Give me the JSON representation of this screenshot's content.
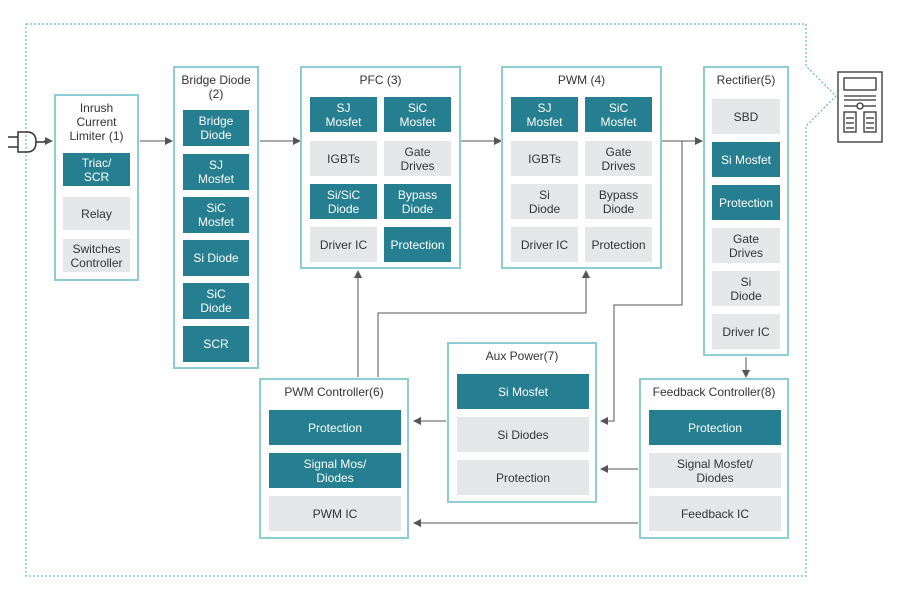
{
  "colors": {
    "dark_cell": "#267f91",
    "light_cell": "#e6e7e9",
    "block_border": "#8fcdd4",
    "connector": "#555555",
    "frame": "#4aa6c7"
  },
  "icons": {
    "input": "power-plug-icon",
    "output": "server-rack-icon"
  },
  "blocks": {
    "inrush": {
      "title": "Inrush\nCurrent\nLimiter (1)",
      "items": [
        {
          "label": "Triac/\nSCR",
          "style": "dark"
        },
        {
          "label": "Relay",
          "style": "light"
        },
        {
          "label": "Switches\nController",
          "style": "light"
        }
      ]
    },
    "bridge": {
      "title": "Bridge Diode\n(2)",
      "items": [
        {
          "label": "Bridge\nDiode",
          "style": "dark"
        },
        {
          "label": "SJ\nMosfet",
          "style": "dark"
        },
        {
          "label": "SiC\nMosfet",
          "style": "dark"
        },
        {
          "label": "Si Diode",
          "style": "dark"
        },
        {
          "label": "SiC\nDiode",
          "style": "dark"
        },
        {
          "label": "SCR",
          "style": "dark"
        }
      ]
    },
    "pfc": {
      "title": "PFC (3)",
      "items": [
        {
          "label": "SJ\nMosfet",
          "style": "dark"
        },
        {
          "label": "SiC\nMosfet",
          "style": "dark"
        },
        {
          "label": "IGBTs",
          "style": "light"
        },
        {
          "label": "Gate\nDrives",
          "style": "light"
        },
        {
          "label": "Si/SiC\nDiode",
          "style": "dark"
        },
        {
          "label": "Bypass\nDiode",
          "style": "dark"
        },
        {
          "label": "Driver IC",
          "style": "light"
        },
        {
          "label": "Protection",
          "style": "dark"
        }
      ]
    },
    "pwm": {
      "title": "PWM (4)",
      "items": [
        {
          "label": "SJ\nMosfet",
          "style": "dark"
        },
        {
          "label": "SiC\nMosfet",
          "style": "dark"
        },
        {
          "label": "IGBTs",
          "style": "light"
        },
        {
          "label": "Gate\nDrives",
          "style": "light"
        },
        {
          "label": "Si\nDiode",
          "style": "light"
        },
        {
          "label": "Bypass\nDiode",
          "style": "light"
        },
        {
          "label": "Driver IC",
          "style": "light"
        },
        {
          "label": "Protection",
          "style": "light"
        }
      ]
    },
    "rectifier": {
      "title": "Rectifier(5)",
      "items": [
        {
          "label": "SBD",
          "style": "light"
        },
        {
          "label": "Si Mosfet",
          "style": "dark"
        },
        {
          "label": "Protection",
          "style": "dark"
        },
        {
          "label": "Gate\nDrives",
          "style": "light"
        },
        {
          "label": "Si\nDiode",
          "style": "light"
        },
        {
          "label": "Driver IC",
          "style": "light"
        }
      ]
    },
    "pwmctrl": {
      "title": "PWM Controller(6)",
      "items": [
        {
          "label": "Protection",
          "style": "dark"
        },
        {
          "label": "Signal Mos/\nDiodes",
          "style": "dark"
        },
        {
          "label": "PWM IC",
          "style": "light"
        }
      ]
    },
    "aux": {
      "title": "Aux Power(7)",
      "items": [
        {
          "label": "Si Mosfet",
          "style": "dark"
        },
        {
          "label": "Si Diodes",
          "style": "light"
        },
        {
          "label": "Protection",
          "style": "light"
        }
      ]
    },
    "feedback": {
      "title": "Feedback Controller(8)",
      "items": [
        {
          "label": "Protection",
          "style": "dark"
        },
        {
          "label": "Signal Mosfet/\nDiodes",
          "style": "light"
        },
        {
          "label": "Feedback IC",
          "style": "light"
        }
      ]
    }
  }
}
